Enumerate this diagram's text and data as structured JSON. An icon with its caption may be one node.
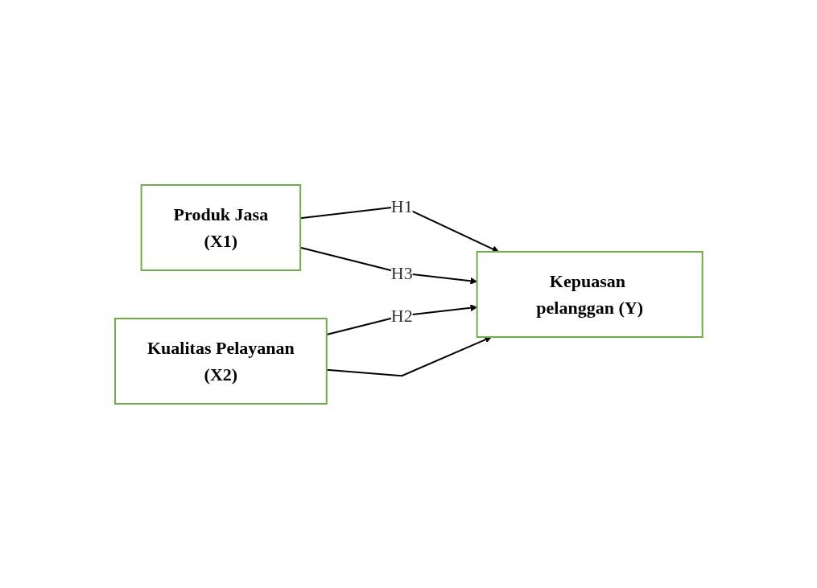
{
  "diagram": {
    "nodes": [
      {
        "text": [
          "Produk Jasa",
          "(X1)"
        ]
      },
      {
        "text": [
          "Kualitas Pelayanan",
          "(X2)"
        ]
      },
      {
        "text": [
          "Kepuasan pelanggan (Y)"
        ]
      }
    ],
    "edges": [
      {
        "from": 0,
        "to": 2,
        "arrow": "to",
        "label": "H1"
      },
      {
        "from": 1,
        "to": 2,
        "arrow": "to",
        "label": "H2"
      },
      {
        "from": 0,
        "to": 2,
        "arrow": "to",
        "label": "H3"
      },
      {
        "from": 1,
        "to": 2,
        "arrow": "to"
      }
    ]
  }
}
